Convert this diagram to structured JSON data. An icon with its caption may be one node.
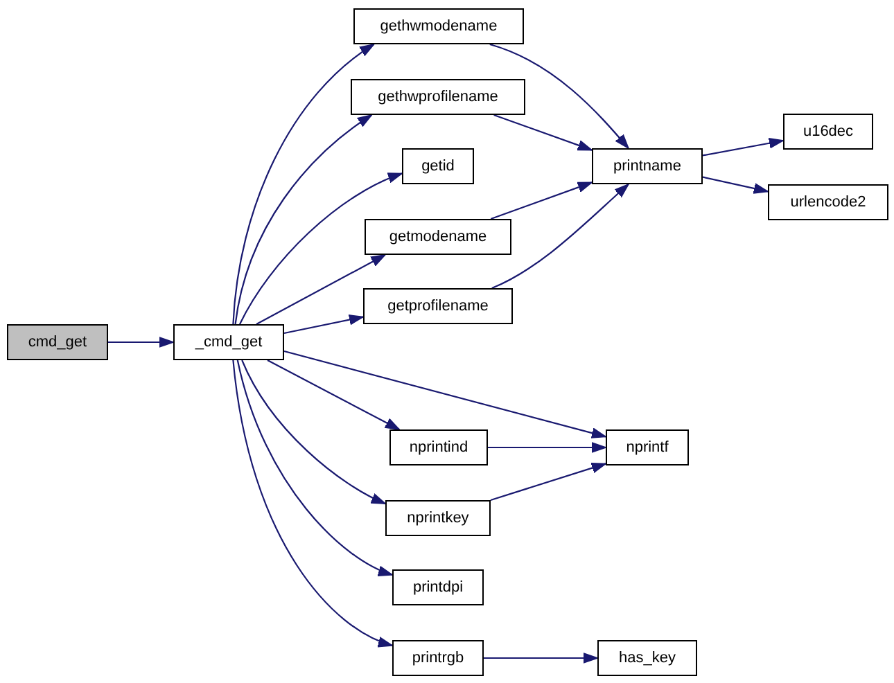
{
  "diagram": {
    "nodes": [
      {
        "text": [
          "cmd_get"
        ]
      },
      {
        "text": [
          "_cmd_get"
        ]
      },
      {
        "text": [
          "gethwmodename"
        ]
      },
      {
        "text": [
          "gethwprofilename"
        ]
      },
      {
        "text": [
          "getid"
        ]
      },
      {
        "text": [
          "getmodename"
        ]
      },
      {
        "text": [
          "getprofilename"
        ]
      },
      {
        "text": [
          "nprintind"
        ]
      },
      {
        "text": [
          "nprintkey"
        ]
      },
      {
        "text": [
          "printdpi"
        ]
      },
      {
        "text": [
          "printrgb"
        ]
      },
      {
        "text": [
          "printname"
        ]
      },
      {
        "text": [
          "nprintf"
        ]
      },
      {
        "text": [
          "has_key"
        ]
      },
      {
        "text": [
          "u16dec"
        ]
      },
      {
        "text": [
          "urlencode2"
        ]
      }
    ],
    "edges": [
      {
        "from": 0,
        "to": 1,
        "arrow": "to"
      },
      {
        "from": 1,
        "to": 2,
        "arrow": "to"
      },
      {
        "from": 1,
        "to": 3,
        "arrow": "to"
      },
      {
        "from": 1,
        "to": 4,
        "arrow": "to"
      },
      {
        "from": 1,
        "to": 5,
        "arrow": "to"
      },
      {
        "from": 1,
        "to": 6,
        "arrow": "to"
      },
      {
        "from": 1,
        "to": 12,
        "arrow": "to"
      },
      {
        "from": 1,
        "to": 7,
        "arrow": "to"
      },
      {
        "from": 1,
        "to": 8,
        "arrow": "to"
      },
      {
        "from": 1,
        "to": 9,
        "arrow": "to"
      },
      {
        "from": 1,
        "to": 10,
        "arrow": "to"
      },
      {
        "from": 2,
        "to": 11,
        "arrow": "to"
      },
      {
        "from": 3,
        "to": 11,
        "arrow": "to"
      },
      {
        "from": 5,
        "to": 11,
        "arrow": "to"
      },
      {
        "from": 6,
        "to": 11,
        "arrow": "to"
      },
      {
        "from": 11,
        "to": 14,
        "arrow": "to"
      },
      {
        "from": 11,
        "to": 15,
        "arrow": "to"
      },
      {
        "from": 7,
        "to": 12,
        "arrow": "to"
      },
      {
        "from": 8,
        "to": 12,
        "arrow": "to"
      },
      {
        "from": 10,
        "to": 13,
        "arrow": "to"
      }
    ]
  }
}
